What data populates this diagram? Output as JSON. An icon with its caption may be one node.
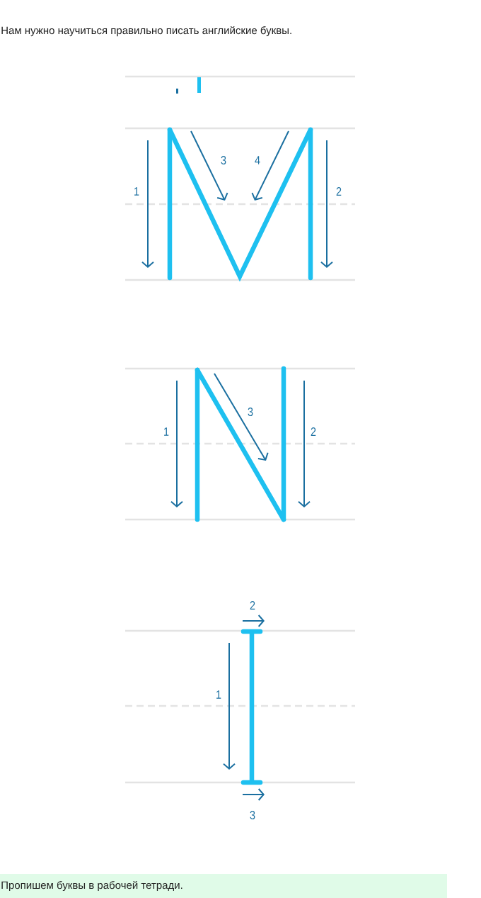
{
  "diagram": {
    "title": "Нам нужно научиться правильно писать английские буквы.",
    "caption": "Пропишем буквы в рабочей тетради.",
    "labels": [
      "3",
      "4",
      "1",
      "2",
      "3",
      "1",
      "2",
      "2",
      "1",
      "3"
    ]
  }
}
